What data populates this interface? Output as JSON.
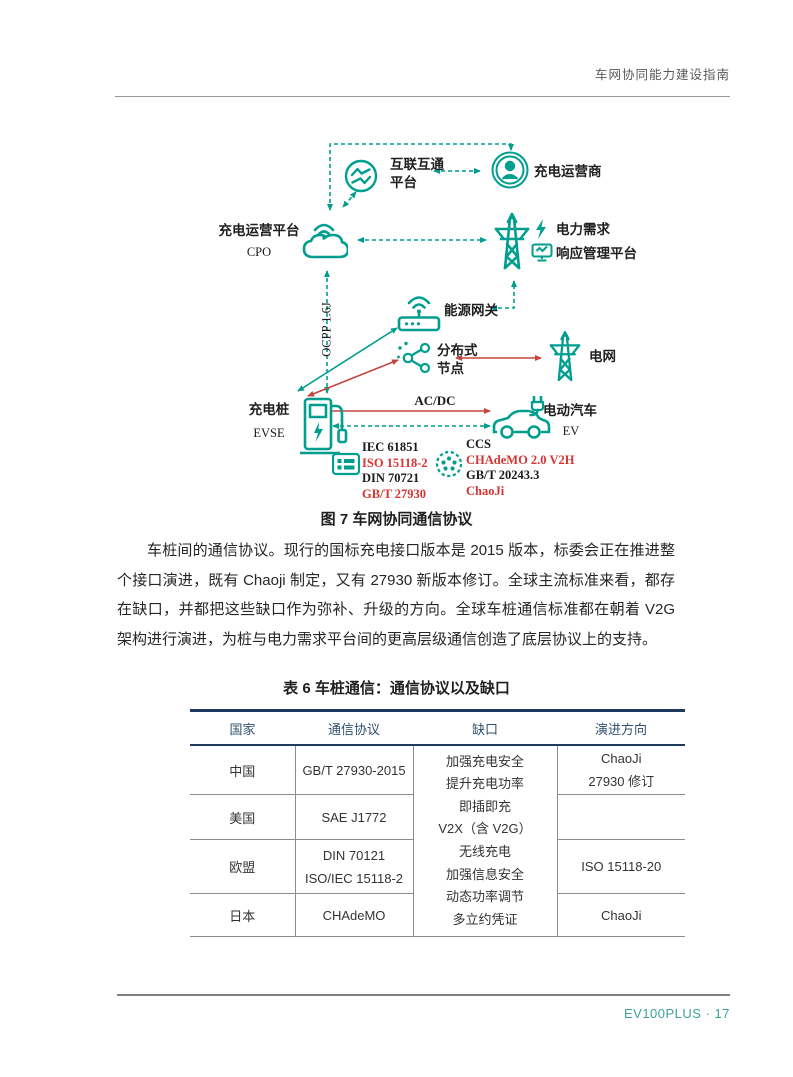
{
  "header": {
    "title": "车网协同能力建设指南"
  },
  "footer": {
    "page_label": "EV100PLUS · 17"
  },
  "diagram": {
    "caption": "图 7 车网协同通信协议",
    "nodes": {
      "interop_platform": "互联互通\n平台",
      "charging_operator": "充电运营商",
      "cpo_name": "充电运营平台",
      "cpo_abbr": "CPO",
      "demand_line1": "电力需求",
      "demand_line2": "响应管理平台",
      "energy_gateway": "能源网关",
      "distributed_node": "分布式\n节点",
      "grid": "电网",
      "evse_name": "充电桩",
      "evse_abbr": "EVSE",
      "ev_name": "电动汽车",
      "ev_abbr": "EV"
    },
    "edge_labels": {
      "ocpp": "OCPP 1.6J",
      "acdc": "AC/DC"
    },
    "evse_protocols": [
      {
        "text": "IEC 61851",
        "color": "#1a1a1a"
      },
      {
        "text": "ISO 15118-2",
        "color": "#d63432"
      },
      {
        "text": "DIN 70721",
        "color": "#1a1a1a"
      },
      {
        "text": "GB/T 27930",
        "color": "#d63432"
      }
    ],
    "ev_protocols": [
      {
        "text": "CCS",
        "color": "#1a1a1a"
      },
      {
        "text": "CHAdeMO 2.0 V2H",
        "color": "#d63432"
      },
      {
        "text": "GB/T 20243.3",
        "color": "#1a1a1a"
      },
      {
        "text": "ChaoJi",
        "color": "#d63432"
      }
    ],
    "colors": {
      "teal": "#009e8e",
      "red": "#c5443d"
    }
  },
  "paragraph": "车桩间的通信协议。现行的国标充电接口版本是 2015 版本，标委会正在推进整个接口演进，既有 Chaoji 制定，又有 27930 新版本修订。全球主流标准来看，都存在缺口，并都把这些缺口作为弥补、升级的方向。全球车桩通信标准都在朝着 V2G 架构进行演进，为桩与电力需求平台间的更高层级通信创造了底层协议上的支持。",
  "table": {
    "caption": "表 6 车桩通信：通信协议以及缺口",
    "headers": [
      "国家",
      "通信协议",
      "缺口",
      "演进方向"
    ],
    "rows": [
      {
        "country": "中国",
        "protocol": "GB/T 27930-2015",
        "direction": "ChaoJi\n27930 修订"
      },
      {
        "country": "美国",
        "protocol": "SAE J1772",
        "direction": ""
      },
      {
        "country": "欧盟",
        "protocol": "DIN 70121\nISO/IEC 15118-2",
        "direction": "ISO 15118-20"
      },
      {
        "country": "日本",
        "protocol": "CHAdeMO",
        "direction": "ChaoJi"
      }
    ],
    "gap_lines": [
      "加强充电安全",
      "提升充电功率",
      "即插即充",
      "V2X（含 V2G）",
      "无线充电",
      "加强信息安全",
      "动态功率调节",
      "多立约凭证"
    ]
  }
}
